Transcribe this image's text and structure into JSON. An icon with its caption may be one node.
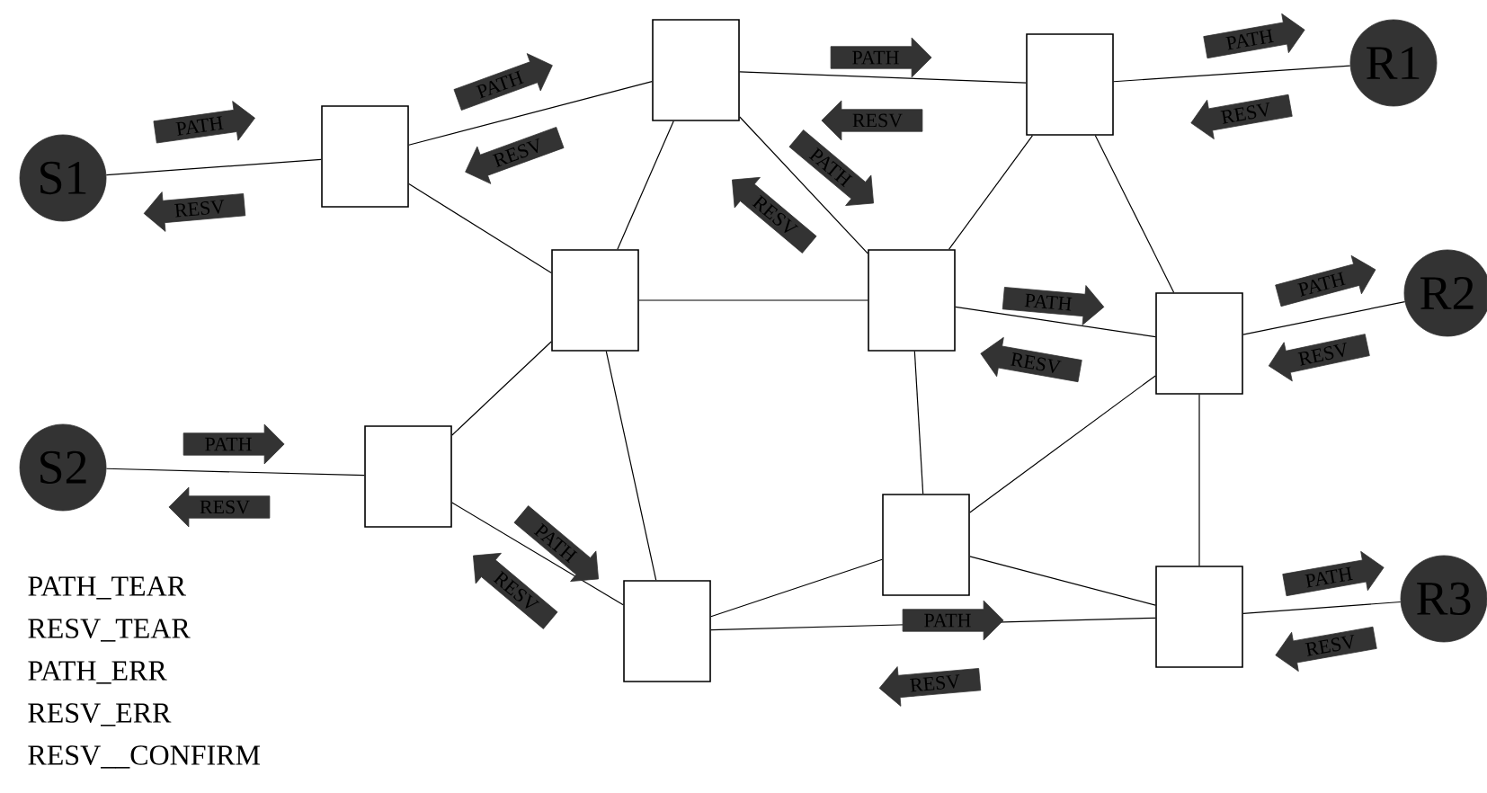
{
  "diagram": {
    "nodes": [
      {
        "text": [
          "S1"
        ]
      },
      {
        "text": [],
        "shape": "box"
      },
      {
        "text": [],
        "shape": "box"
      },
      {
        "text": [],
        "shape": "box"
      },
      {
        "text": [
          "R1"
        ]
      },
      {
        "text": [],
        "shape": "box"
      },
      {
        "text": [],
        "shape": "box"
      },
      {
        "text": [],
        "shape": "box"
      },
      {
        "text": [
          "R2"
        ]
      },
      {
        "text": [
          "S2"
        ]
      },
      {
        "text": [],
        "shape": "box"
      },
      {
        "text": [],
        "shape": "box"
      },
      {
        "text": [],
        "shape": "box"
      },
      {
        "text": [],
        "shape": "box"
      },
      {
        "text": [
          "R3"
        ]
      }
    ],
    "edges": [
      {
        "from": 0,
        "to": 1,
        "arrow": "none"
      },
      {
        "from": 1,
        "to": 2,
        "arrow": "none"
      },
      {
        "from": 1,
        "to": 5,
        "arrow": "none"
      },
      {
        "from": 2,
        "to": 3,
        "arrow": "none"
      },
      {
        "from": 2,
        "to": 5,
        "arrow": "none"
      },
      {
        "from": 2,
        "to": 6,
        "arrow": "none"
      },
      {
        "from": 3,
        "to": 4,
        "arrow": "none"
      },
      {
        "from": 3,
        "to": 6,
        "arrow": "none"
      },
      {
        "from": 3,
        "to": 7,
        "arrow": "none"
      },
      {
        "from": 5,
        "to": 6,
        "arrow": "none"
      },
      {
        "from": 5,
        "to": 10,
        "arrow": "none"
      },
      {
        "from": 5,
        "to": 12,
        "arrow": "none"
      },
      {
        "from": 6,
        "to": 7,
        "arrow": "none"
      },
      {
        "from": 6,
        "to": 11,
        "arrow": "none"
      },
      {
        "from": 7,
        "to": 8,
        "arrow": "none"
      },
      {
        "from": 7,
        "to": 11,
        "arrow": "none"
      },
      {
        "from": 7,
        "to": 13,
        "arrow": "none"
      },
      {
        "from": 9,
        "to": 10,
        "arrow": "none"
      },
      {
        "from": 10,
        "to": 12,
        "arrow": "none"
      },
      {
        "from": 11,
        "to": 12,
        "arrow": "none"
      },
      {
        "from": 11,
        "to": 13,
        "arrow": "none"
      },
      {
        "from": 12,
        "to": 13,
        "arrow": "none"
      },
      {
        "from": 13,
        "to": 14,
        "arrow": "none"
      }
    ],
    "labels": [
      "PATH",
      "PATH",
      "PATH",
      "RESV",
      "RESV",
      "PATH",
      "RESV",
      "PATH",
      "RESV",
      "RESV",
      "PATH",
      "PATH",
      "RESV",
      "RESV",
      "PATH",
      "RESV",
      "PATH",
      "PATH",
      "RESV",
      "PATH",
      "RESV",
      "RESV",
      "PATH_TEAR",
      "RESV_TEAR",
      "PATH_ERR",
      "RESV_ERR",
      "RESV__CONFIRM"
    ]
  }
}
